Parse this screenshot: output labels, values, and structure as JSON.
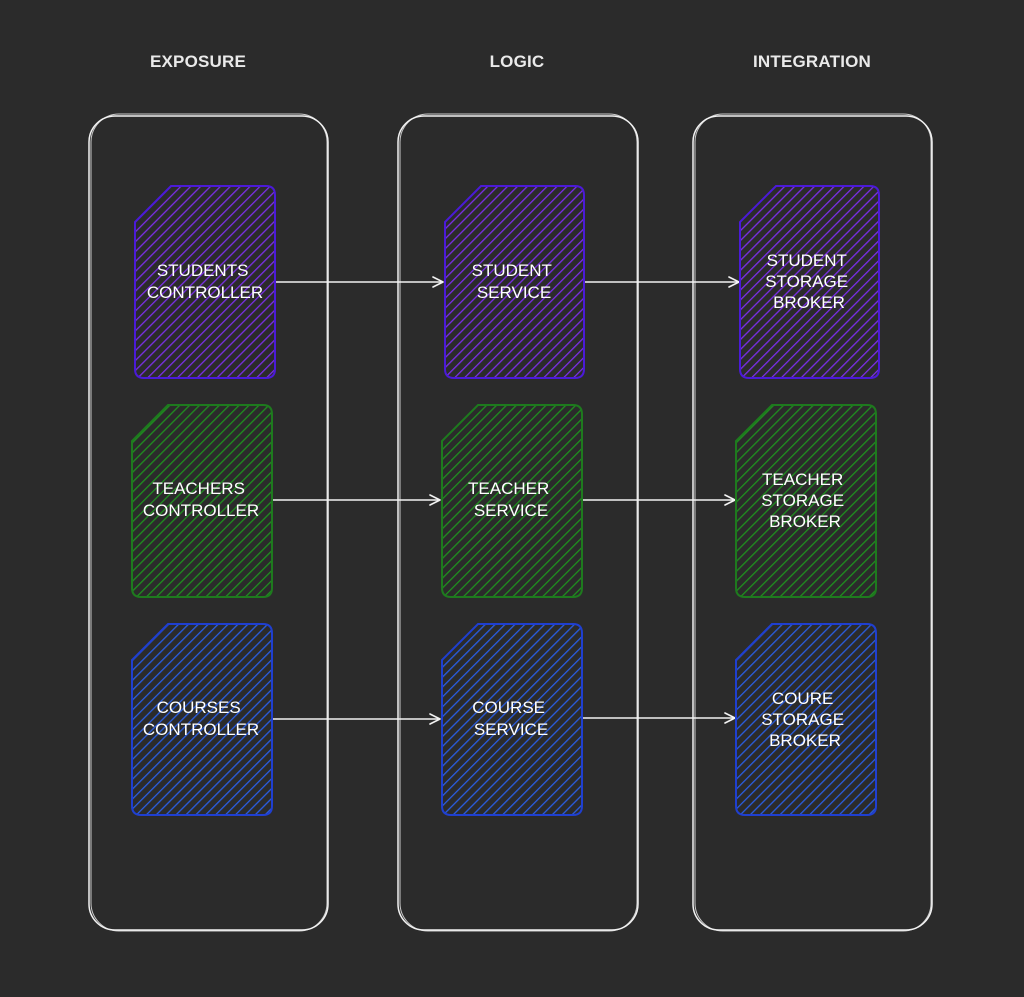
{
  "diagram": {
    "colors": {
      "background": "#2b2b2b",
      "outline": "#f2f2f2",
      "arrow": "#f2f2f2",
      "purple": "#6a1fd6",
      "purple_border": "#4b1ad8",
      "green": "#1f8a1f",
      "green_border": "#1e7a1e",
      "blue": "#2356d6",
      "blue_border": "#1f3fd0"
    },
    "layers": [
      {
        "title": "EXPOSURE",
        "nodes": [
          {
            "lines": [
              "STUDENTS",
              "CONTROLLER"
            ],
            "color": "purple"
          },
          {
            "lines": [
              "TEACHERS",
              "CONTROLLER"
            ],
            "color": "green"
          },
          {
            "lines": [
              "COURSES",
              "CONTROLLER"
            ],
            "color": "blue"
          }
        ]
      },
      {
        "title": "LOGIC",
        "nodes": [
          {
            "lines": [
              "STUDENT",
              "SERVICE"
            ],
            "color": "purple"
          },
          {
            "lines": [
              "TEACHER",
              "SERVICE"
            ],
            "color": "green"
          },
          {
            "lines": [
              "COURSE",
              "SERVICE"
            ],
            "color": "blue"
          }
        ]
      },
      {
        "title": "INTEGRATION",
        "nodes": [
          {
            "lines": [
              "STUDENT",
              "STORAGE",
              "BROKER"
            ],
            "color": "purple"
          },
          {
            "lines": [
              "TEACHER",
              "STORAGE",
              "BROKER"
            ],
            "color": "green"
          },
          {
            "lines": [
              "COURE",
              "STORAGE",
              "BROKER"
            ],
            "color": "blue"
          }
        ]
      }
    ]
  }
}
